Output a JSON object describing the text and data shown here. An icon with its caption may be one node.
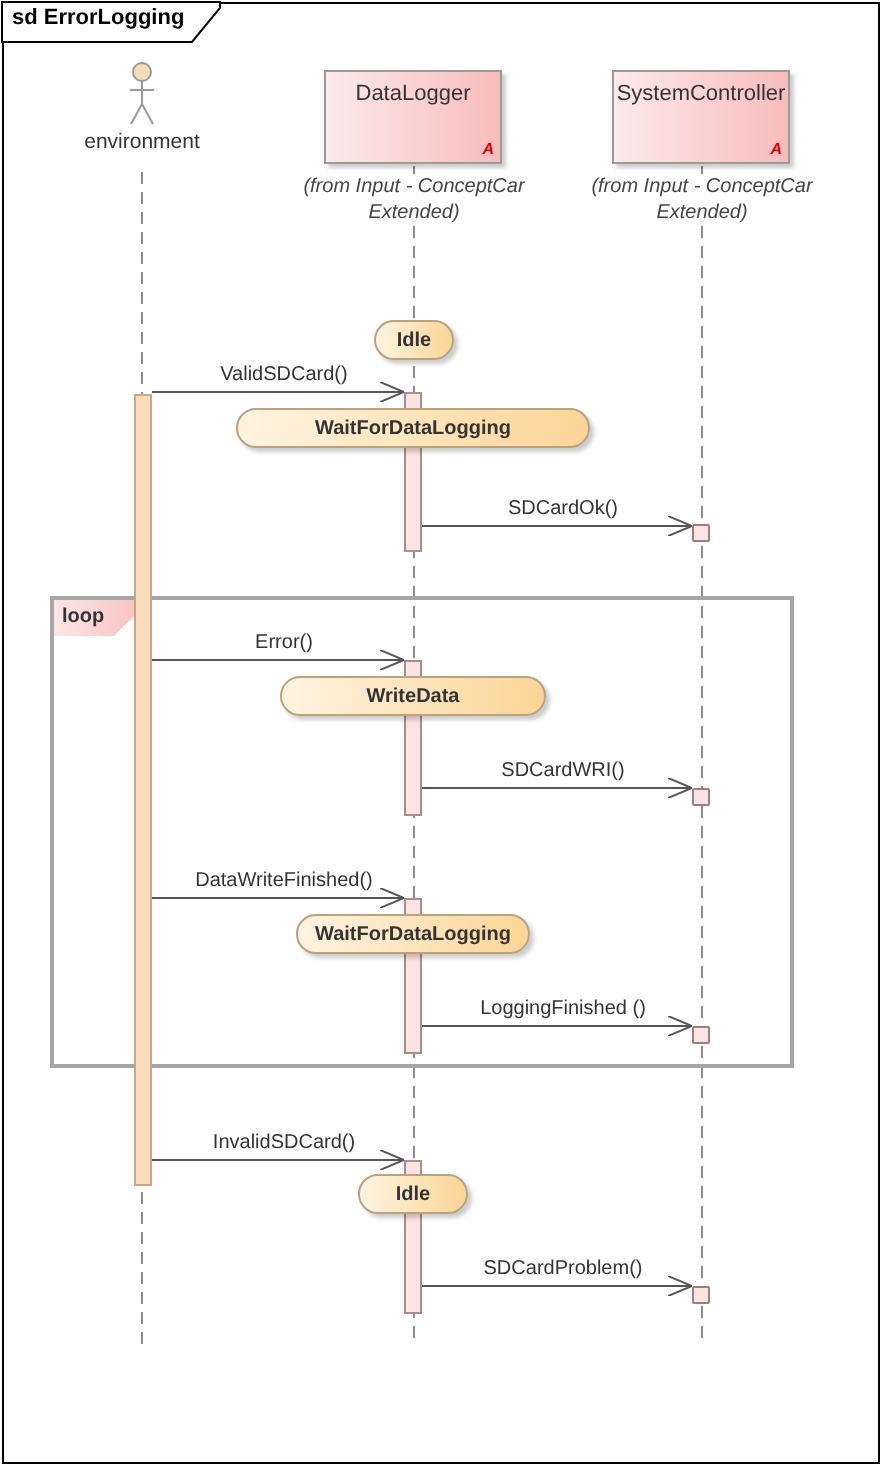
{
  "diagram": {
    "title": "sd ErrorLogging",
    "nodes": [
      {
        "text": [
          "environment"
        ]
      },
      {
        "text": [
          "DataLogger",
          "A"
        ],
        "beside": [
          "(from Input - ConceptCar Extended)"
        ]
      },
      {
        "text": [
          "SystemController",
          "A"
        ],
        "beside": [
          "(from Input - ConceptCar Extended)"
        ]
      },
      {
        "text": [
          "Idle"
        ]
      },
      {
        "text": [],
        "shape": "bar"
      },
      {
        "text": [],
        "shape": "bar"
      },
      {
        "text": [
          "WaitForDataLogging"
        ]
      },
      {
        "text": [],
        "shape": "box"
      },
      {
        "text": [
          "loop"
        ]
      },
      {
        "text": [],
        "shape": "bar",
        "in": 8
      },
      {
        "text": [
          "WriteData"
        ],
        "in": 8
      },
      {
        "text": [],
        "shape": "box",
        "in": 8
      },
      {
        "text": [],
        "shape": "bar",
        "in": 8
      },
      {
        "text": [
          "WaitForDataLogging"
        ],
        "in": 8
      },
      {
        "text": [],
        "shape": "box",
        "in": 8
      },
      {
        "text": [],
        "shape": "bar"
      },
      {
        "text": [
          "Idle"
        ]
      },
      {
        "text": [],
        "shape": "box"
      }
    ],
    "edges": [
      {
        "from": 4,
        "to": 5,
        "arrow": "to",
        "label": "ValidSDCard()"
      },
      {
        "from": 5,
        "to": 7,
        "arrow": "to",
        "label": "SDCardOk()"
      },
      {
        "from": 4,
        "to": 9,
        "arrow": "to",
        "label": "Error()"
      },
      {
        "from": 9,
        "to": 11,
        "arrow": "to",
        "label": "SDCardWRI()"
      },
      {
        "from": 4,
        "to": 12,
        "arrow": "to",
        "label": "DataWriteFinished()"
      },
      {
        "from": 12,
        "to": 14,
        "arrow": "to",
        "label": "LoggingFinished ()"
      },
      {
        "from": 4,
        "to": 15,
        "arrow": "to",
        "label": "InvalidSDCard()"
      },
      {
        "from": 15,
        "to": 17,
        "arrow": "to",
        "label": "SDCardProblem()"
      }
    ]
  }
}
